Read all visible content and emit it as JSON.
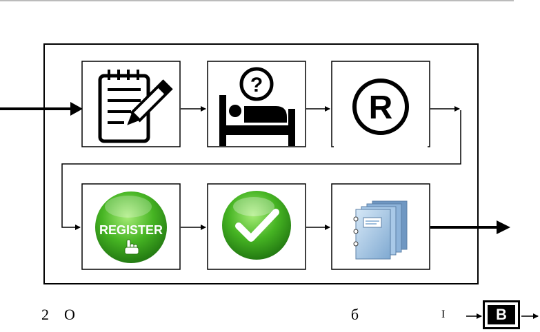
{
  "steps": [
    {
      "icon": "notepad-pencil-icon"
    },
    {
      "icon": "patient-bed-question-icon"
    },
    {
      "icon": "registered-trademark-icon"
    },
    {
      "icon": "register-button-icon",
      "label": "REGISTER"
    },
    {
      "icon": "green-checkmark-icon"
    },
    {
      "icon": "document-stack-icon"
    }
  ],
  "caption": {
    "number": "2",
    "letter": "O",
    "b_char": "б",
    "i_char": "I"
  },
  "badge": {
    "label": "B"
  },
  "colors": {
    "stroke": "#000000",
    "green": "#3a9d1f",
    "green_light": "#7ed957",
    "doc_blue": "#9fc3e3"
  }
}
